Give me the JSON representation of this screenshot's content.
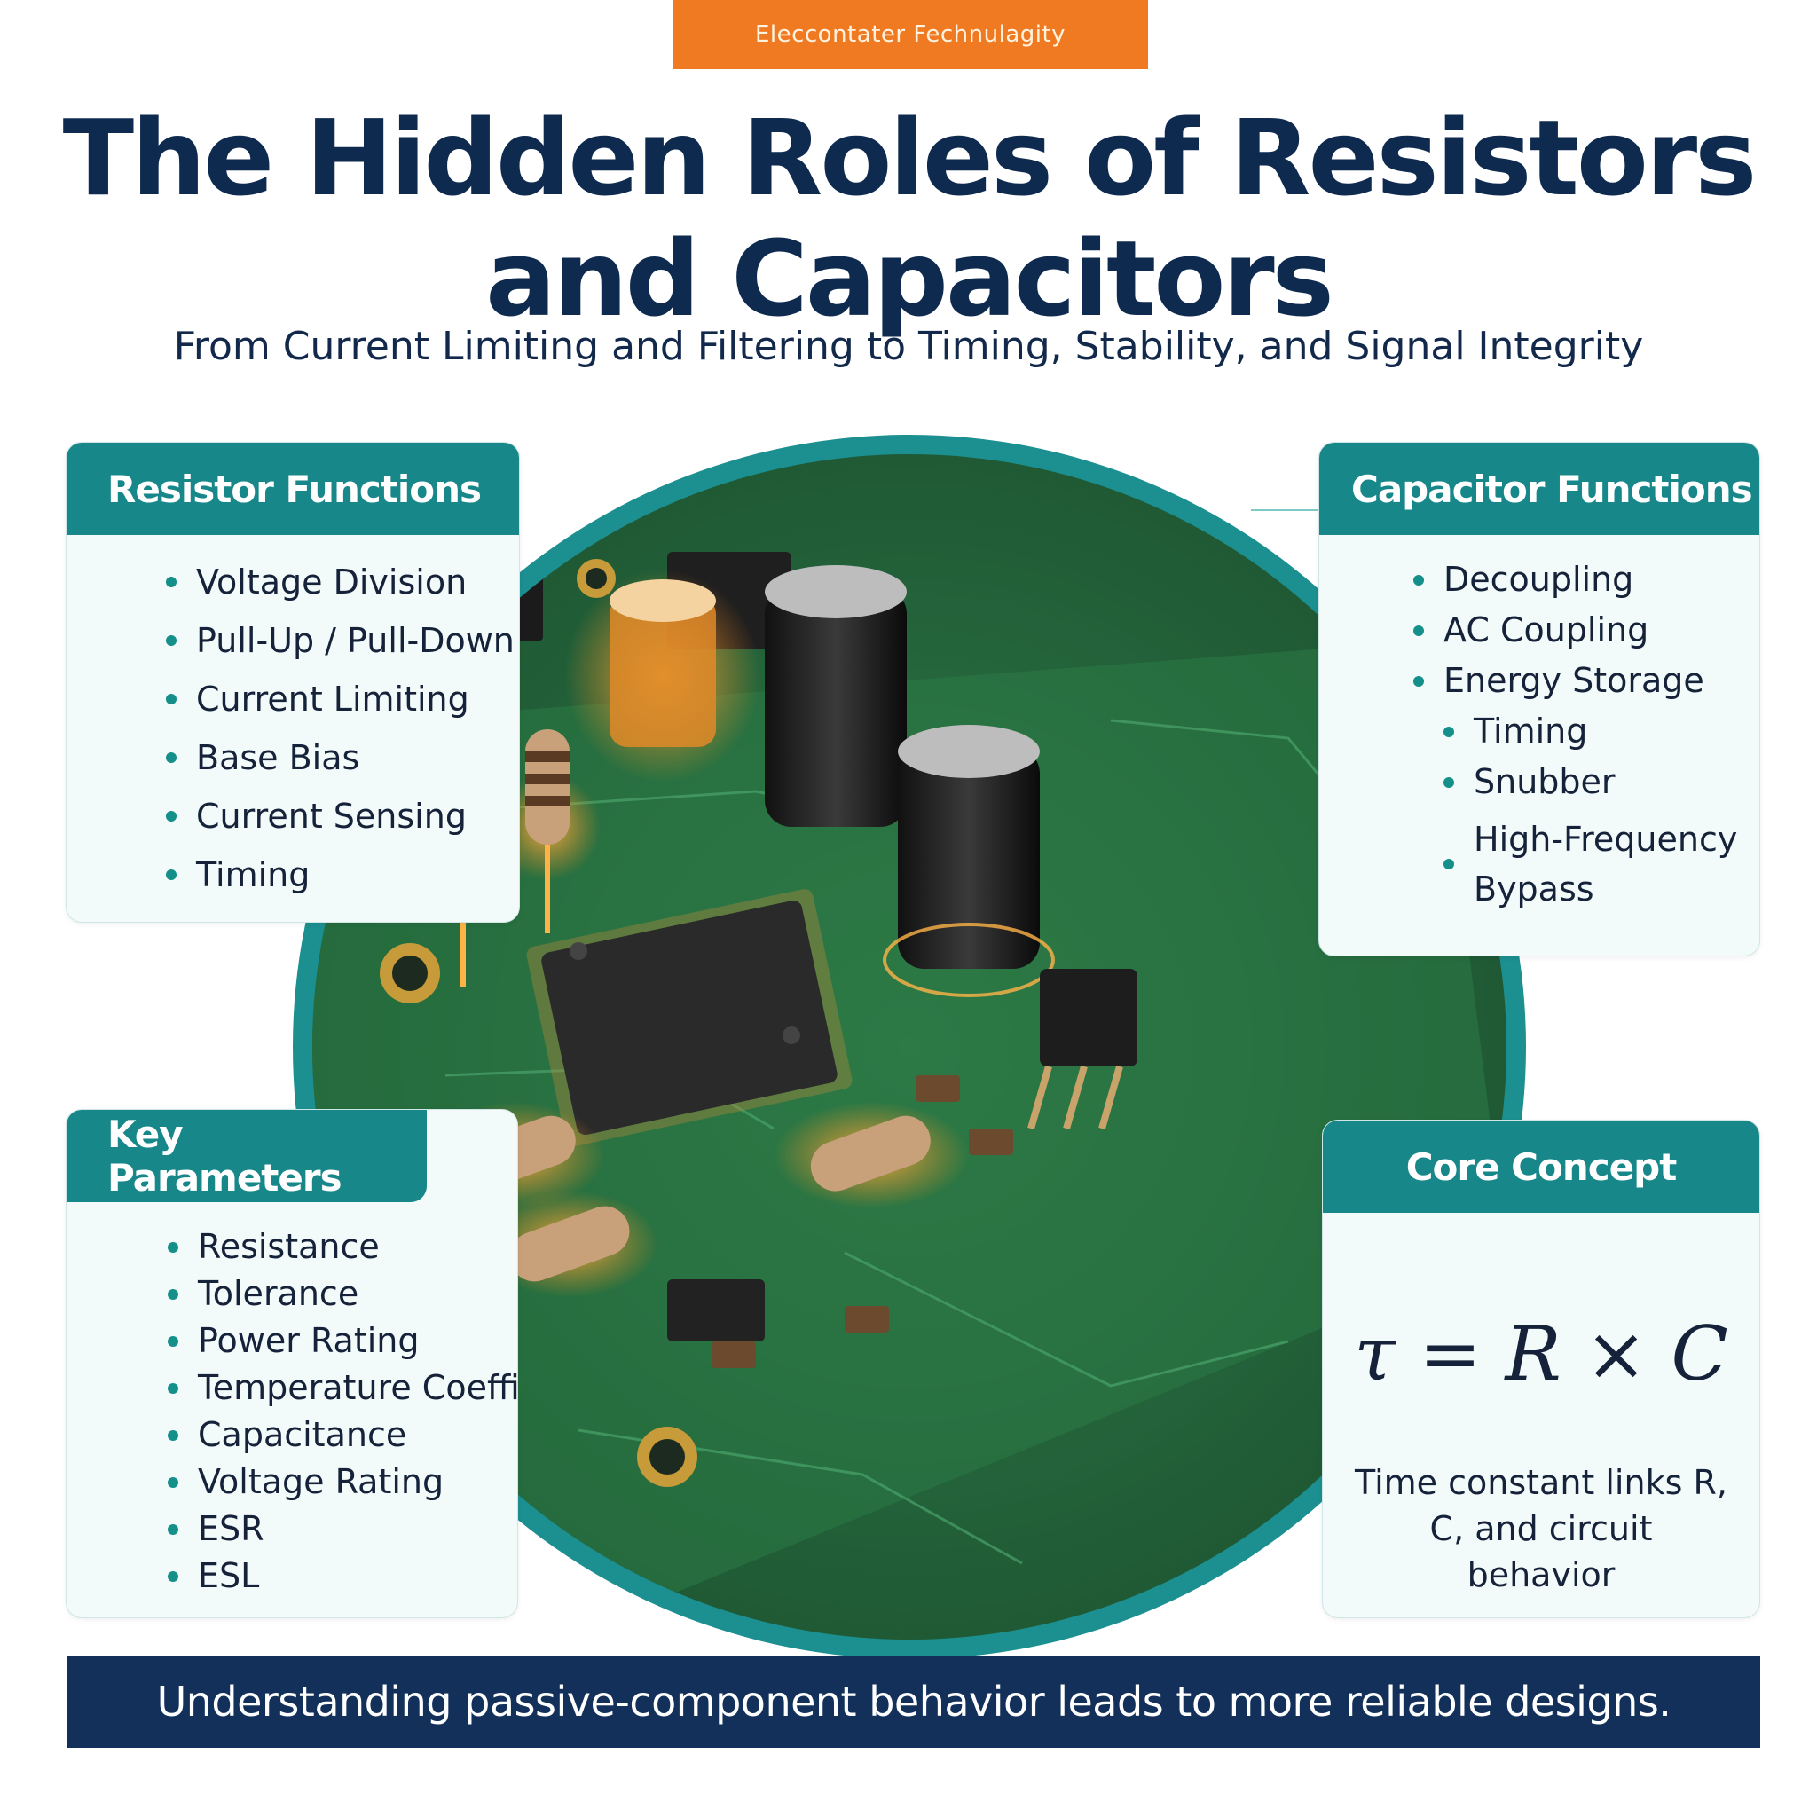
{
  "header": {
    "tag": "Eleccontater Fechnulagity",
    "title_line1": "The Hidden Roles of Resistors",
    "title_line2": "and Capacitors",
    "subtitle": "From Current Limiting and Filtering to Timing, Stability, and Signal Integrity"
  },
  "resistor_panel": {
    "title": "Resistor Functions",
    "items": [
      "Voltage Division",
      "Pull-Up / Pull-Down",
      "Current Limiting",
      "Base Bias",
      "Current Sensing",
      "Timing"
    ]
  },
  "capacitor_panel": {
    "title": "Capacitor Functions",
    "items": [
      "Decoupling",
      "AC Coupling",
      "Energy Storage",
      "Timing",
      "Snubber",
      "High-Frequency Bypass"
    ]
  },
  "key_panel": {
    "title": "Key Parameters",
    "items": [
      "Resistance",
      "Tolerance",
      "Power Rating",
      "Temperature Coefficient",
      "Capacitance",
      "Voltage Rating",
      "ESR",
      "ESL"
    ]
  },
  "core_panel": {
    "title": "Core Concept",
    "formula": "τ = R × C",
    "description": "Time constant links R, C, and circuit behavior"
  },
  "footer": {
    "banner": "Understanding passive-component behavior leads to more reliable designs."
  },
  "colors": {
    "teal": "#17878a",
    "navy": "#0e2a4f",
    "orange": "#f07a21",
    "pcb_green": "#2f7a48",
    "glow": "#ff9a2a"
  }
}
